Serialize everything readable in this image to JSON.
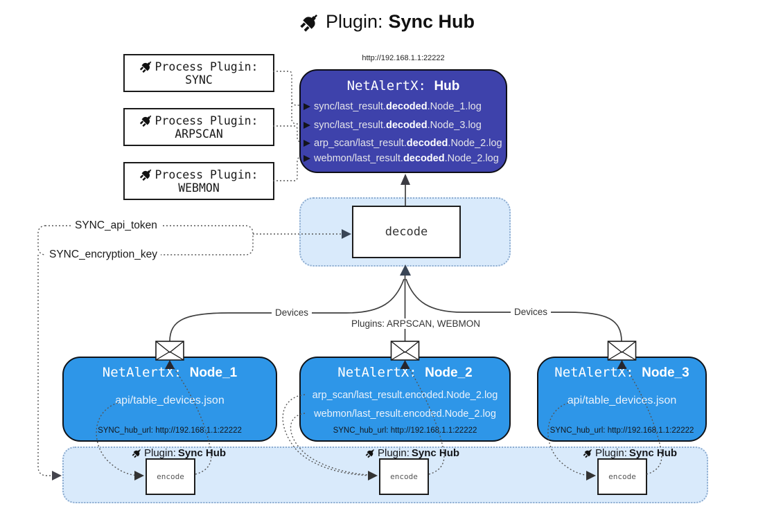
{
  "title": {
    "icon": "plug-icon",
    "prefix": "Plugin:",
    "name": "Sync Hub"
  },
  "process_plugins": {
    "label": "Process Plugin:",
    "items": [
      {
        "name": "SYNC"
      },
      {
        "name": "ARPSCAN"
      },
      {
        "name": "WEBMON"
      }
    ]
  },
  "hub": {
    "url": "http://192.168.1.1:22222",
    "title_prefix": "NetAlertX:",
    "title_name": "Hub",
    "log_lines": [
      {
        "pre": "sync/last_result.",
        "bold": "decoded",
        "post": ".Node_1.log"
      },
      {
        "pre": "sync/last_result.",
        "bold": "decoded",
        "post": ".Node_3.log"
      },
      {
        "pre": "arp_scan/last_result.",
        "bold": "decoded",
        "post": ".Node_2.log"
      },
      {
        "pre": "webmon/last_result.",
        "bold": "decoded",
        "post": ".Node_2.log"
      }
    ]
  },
  "decode_box": {
    "label": "decode"
  },
  "secrets": {
    "api_token": "SYNC_api_token",
    "encryption_key": "SYNC_encryption_key"
  },
  "edge_labels": {
    "devices_left": "Devices",
    "plugins_center": "Plugins: ARPSCAN, WEBMON",
    "devices_right": "Devices"
  },
  "nodes": [
    {
      "title_prefix": "NetAlertX:",
      "title_name": "Node_1",
      "files": [
        "api/table_devices.json"
      ],
      "hub_url": "SYNC_hub_url: http://192.168.1.1:22222"
    },
    {
      "title_prefix": "NetAlertX:",
      "title_name": "Node_2",
      "files": [
        "arp_scan/last_result.encoded.Node_2.log",
        "webmon/last_result.encoded.Node_2.log"
      ],
      "hub_url": "SYNC_hub_url: http://192.168.1.1:22222"
    },
    {
      "title_prefix": "NetAlertX:",
      "title_name": "Node_3",
      "files": [
        "api/table_devices.json"
      ],
      "hub_url": "SYNC_hub_url: http://192.168.1.1:22222"
    }
  ],
  "encoder": {
    "plugin_prefix": "Plugin:",
    "plugin_name": "Sync Hub",
    "box_label": "encode"
  },
  "colors": {
    "hub_bg": "#3e42ab",
    "node_bg": "#2e96e8",
    "panel_bg": "#d9eafb",
    "panel_border": "#8cabcf",
    "line": "#3f3f3f",
    "dotted_line": "#555555",
    "arrow_dark": "#3a4656",
    "text_light": "#e4e4ea"
  }
}
